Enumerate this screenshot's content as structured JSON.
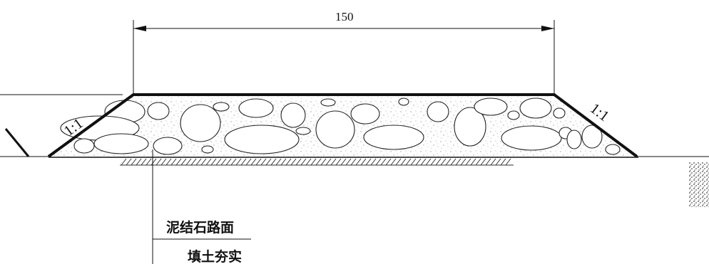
{
  "dimension": {
    "width_label": "150"
  },
  "slopes": {
    "left_ratio": "1:1",
    "right_ratio": "1:1"
  },
  "callouts": {
    "surface_label": "泥结石路面",
    "fill_label": "填土夯实"
  }
}
